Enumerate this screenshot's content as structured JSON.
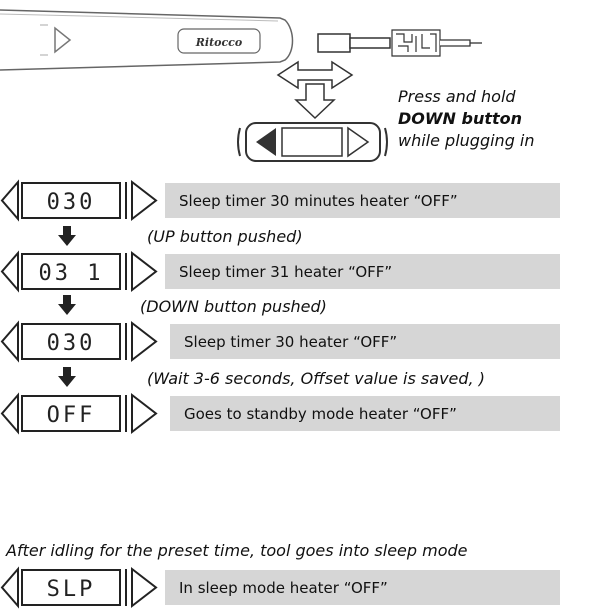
{
  "device": {
    "brand": "Ritocco"
  },
  "instruction": {
    "line1": "Press and hold",
    "line2": "DOWN button",
    "line3": "while plugging in"
  },
  "steps": [
    {
      "display": "030",
      "label": "Sleep timer 30 minutes heater “OFF”"
    },
    {
      "action": "(UP button pushed)",
      "display": "03 1",
      "label": "Sleep timer 31 heater “OFF”"
    },
    {
      "action": "(DOWN button pushed)",
      "display": "030",
      "label": "Sleep timer 30 heater “OFF”"
    },
    {
      "action": "(Wait 3-6 seconds, Offset value is saved, )",
      "display": "OFF",
      "label": "Goes to standby mode heater “OFF”"
    }
  ],
  "sleep": {
    "caption": "After idling for the preset time, tool goes into sleep mode",
    "display": "SLP",
    "label": "In sleep mode heater “OFF”"
  }
}
